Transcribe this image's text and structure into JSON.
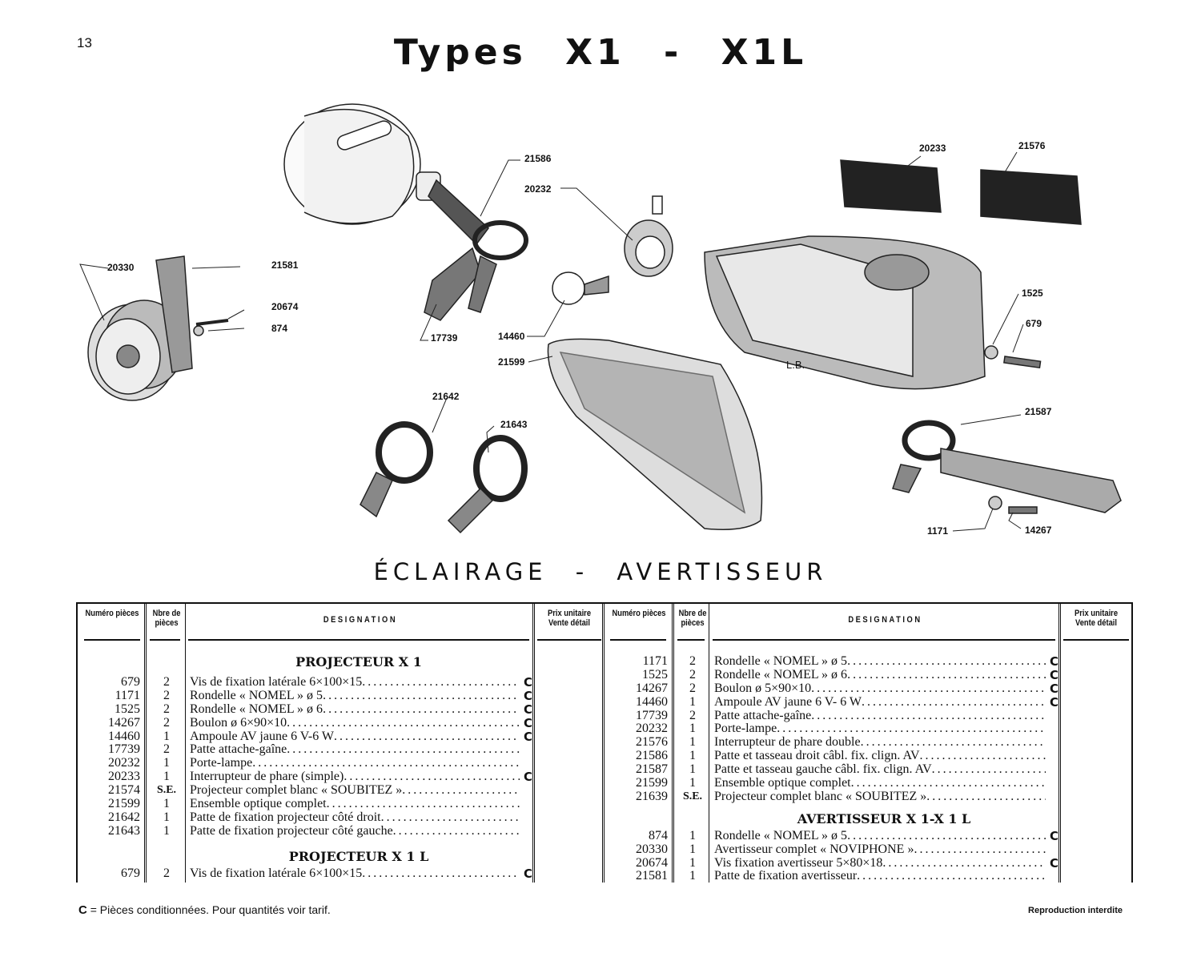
{
  "page_number": "13",
  "title": "Types X1 - X1L",
  "section_title": "ÉCLAIRAGE - AVERTISSEUR",
  "diagram_labels": {
    "l20330": "20330",
    "l21581": "21581",
    "l20674": "20674",
    "l874": "874",
    "l21586": "21586",
    "l20232": "20232",
    "l17739": "17739",
    "l14460": "14460",
    "l21599": "21599",
    "l21642": "21642",
    "l21643": "21643",
    "l20233": "20233",
    "l21576": "21576",
    "l1525": "1525",
    "l679": "679",
    "lLB": "L.B.",
    "l21587": "21587",
    "l1171": "1171",
    "l14267": "14267"
  },
  "table": {
    "headers": {
      "numero": "Numéro pièces",
      "nbre": "Nbre de pièces",
      "designation": "DESIGNATION",
      "prix": "Prix unitaire Vente détail"
    },
    "left": {
      "heading1": "PROJECTEUR X 1",
      "rows1": [
        {
          "num": "679",
          "qty": "2",
          "des": "Vis de fixation latérale 6×100×15",
          "c": "C"
        },
        {
          "num": "1171",
          "qty": "2",
          "des": "Rondelle « NOMEL » ø 5",
          "c": "C"
        },
        {
          "num": "1525",
          "qty": "2",
          "des": "Rondelle « NOMEL » ø 6",
          "c": "C"
        },
        {
          "num": "14267",
          "qty": "2",
          "des": "Boulon ø 6×90×10",
          "c": "C"
        },
        {
          "num": "14460",
          "qty": "1",
          "des": "Ampoule AV jaune 6 V-6 W",
          "c": "C"
        },
        {
          "num": "17739",
          "qty": "2",
          "des": "Patte attache-gaîne",
          "c": ""
        },
        {
          "num": "20232",
          "qty": "1",
          "des": "Porte-lampe",
          "c": ""
        },
        {
          "num": "20233",
          "qty": "1",
          "des": "Interrupteur de phare (simple)",
          "c": "C"
        },
        {
          "num": "21574",
          "qty": "S.E.",
          "des": "Projecteur complet blanc « SOUBITEZ »",
          "c": ""
        },
        {
          "num": "21599",
          "qty": "1",
          "des": "Ensemble optique complet",
          "c": ""
        },
        {
          "num": "21642",
          "qty": "1",
          "des": "Patte de fixation projecteur côté droit",
          "c": ""
        },
        {
          "num": "21643",
          "qty": "1",
          "des": "Patte de fixation projecteur côté gauche",
          "c": ""
        }
      ],
      "heading2": "PROJECTEUR X 1 L",
      "rows2": [
        {
          "num": "679",
          "qty": "2",
          "des": "Vis de fixation latérale 6×100×15",
          "c": "C"
        }
      ]
    },
    "right": {
      "rows1": [
        {
          "num": "1171",
          "qty": "2",
          "des": "Rondelle « NOMEL » ø 5",
          "c": "C"
        },
        {
          "num": "1525",
          "qty": "2",
          "des": "Rondelle « NOMEL » ø 6",
          "c": "C"
        },
        {
          "num": "14267",
          "qty": "2",
          "des": "Boulon ø 5×90×10",
          "c": "C"
        },
        {
          "num": "14460",
          "qty": "1",
          "des": "Ampoule AV jaune 6 V- 6 W",
          "c": "C"
        },
        {
          "num": "17739",
          "qty": "2",
          "des": "Patte attache-gaîne",
          "c": ""
        },
        {
          "num": "20232",
          "qty": "1",
          "des": "Porte-lampe",
          "c": ""
        },
        {
          "num": "21576",
          "qty": "1",
          "des": "Interrupteur de phare double",
          "c": ""
        },
        {
          "num": "21586",
          "qty": "1",
          "des": "Patte et tasseau droit câbl. fix. clign. AV",
          "c": ""
        },
        {
          "num": "21587",
          "qty": "1",
          "des": "Patte et tasseau gauche câbl. fix. clign. AV",
          "c": ""
        },
        {
          "num": "21599",
          "qty": "1",
          "des": "Ensemble optique complet",
          "c": ""
        },
        {
          "num": "21639",
          "qty": "S.E.",
          "des": "Projecteur complet blanc « SOUBITEZ »",
          "c": ""
        }
      ],
      "heading2": "AVERTISSEUR X 1-X 1 L",
      "rows2": [
        {
          "num": "874",
          "qty": "1",
          "des": "Rondelle « NOMEL » ø 5",
          "c": "C"
        },
        {
          "num": "20330",
          "qty": "1",
          "des": "Avertisseur complet « NOVIPHONE »",
          "c": ""
        },
        {
          "num": "20674",
          "qty": "1",
          "des": "Vis fixation avertisseur 5×80×18",
          "c": "C"
        },
        {
          "num": "21581",
          "qty": "1",
          "des": "Patte de fixation avertisseur",
          "c": ""
        }
      ]
    }
  },
  "footer": {
    "legend_key": "C",
    "legend_text": " = Pièces conditionnées. Pour quantités voir tarif.",
    "right": "Reproduction interdite"
  }
}
